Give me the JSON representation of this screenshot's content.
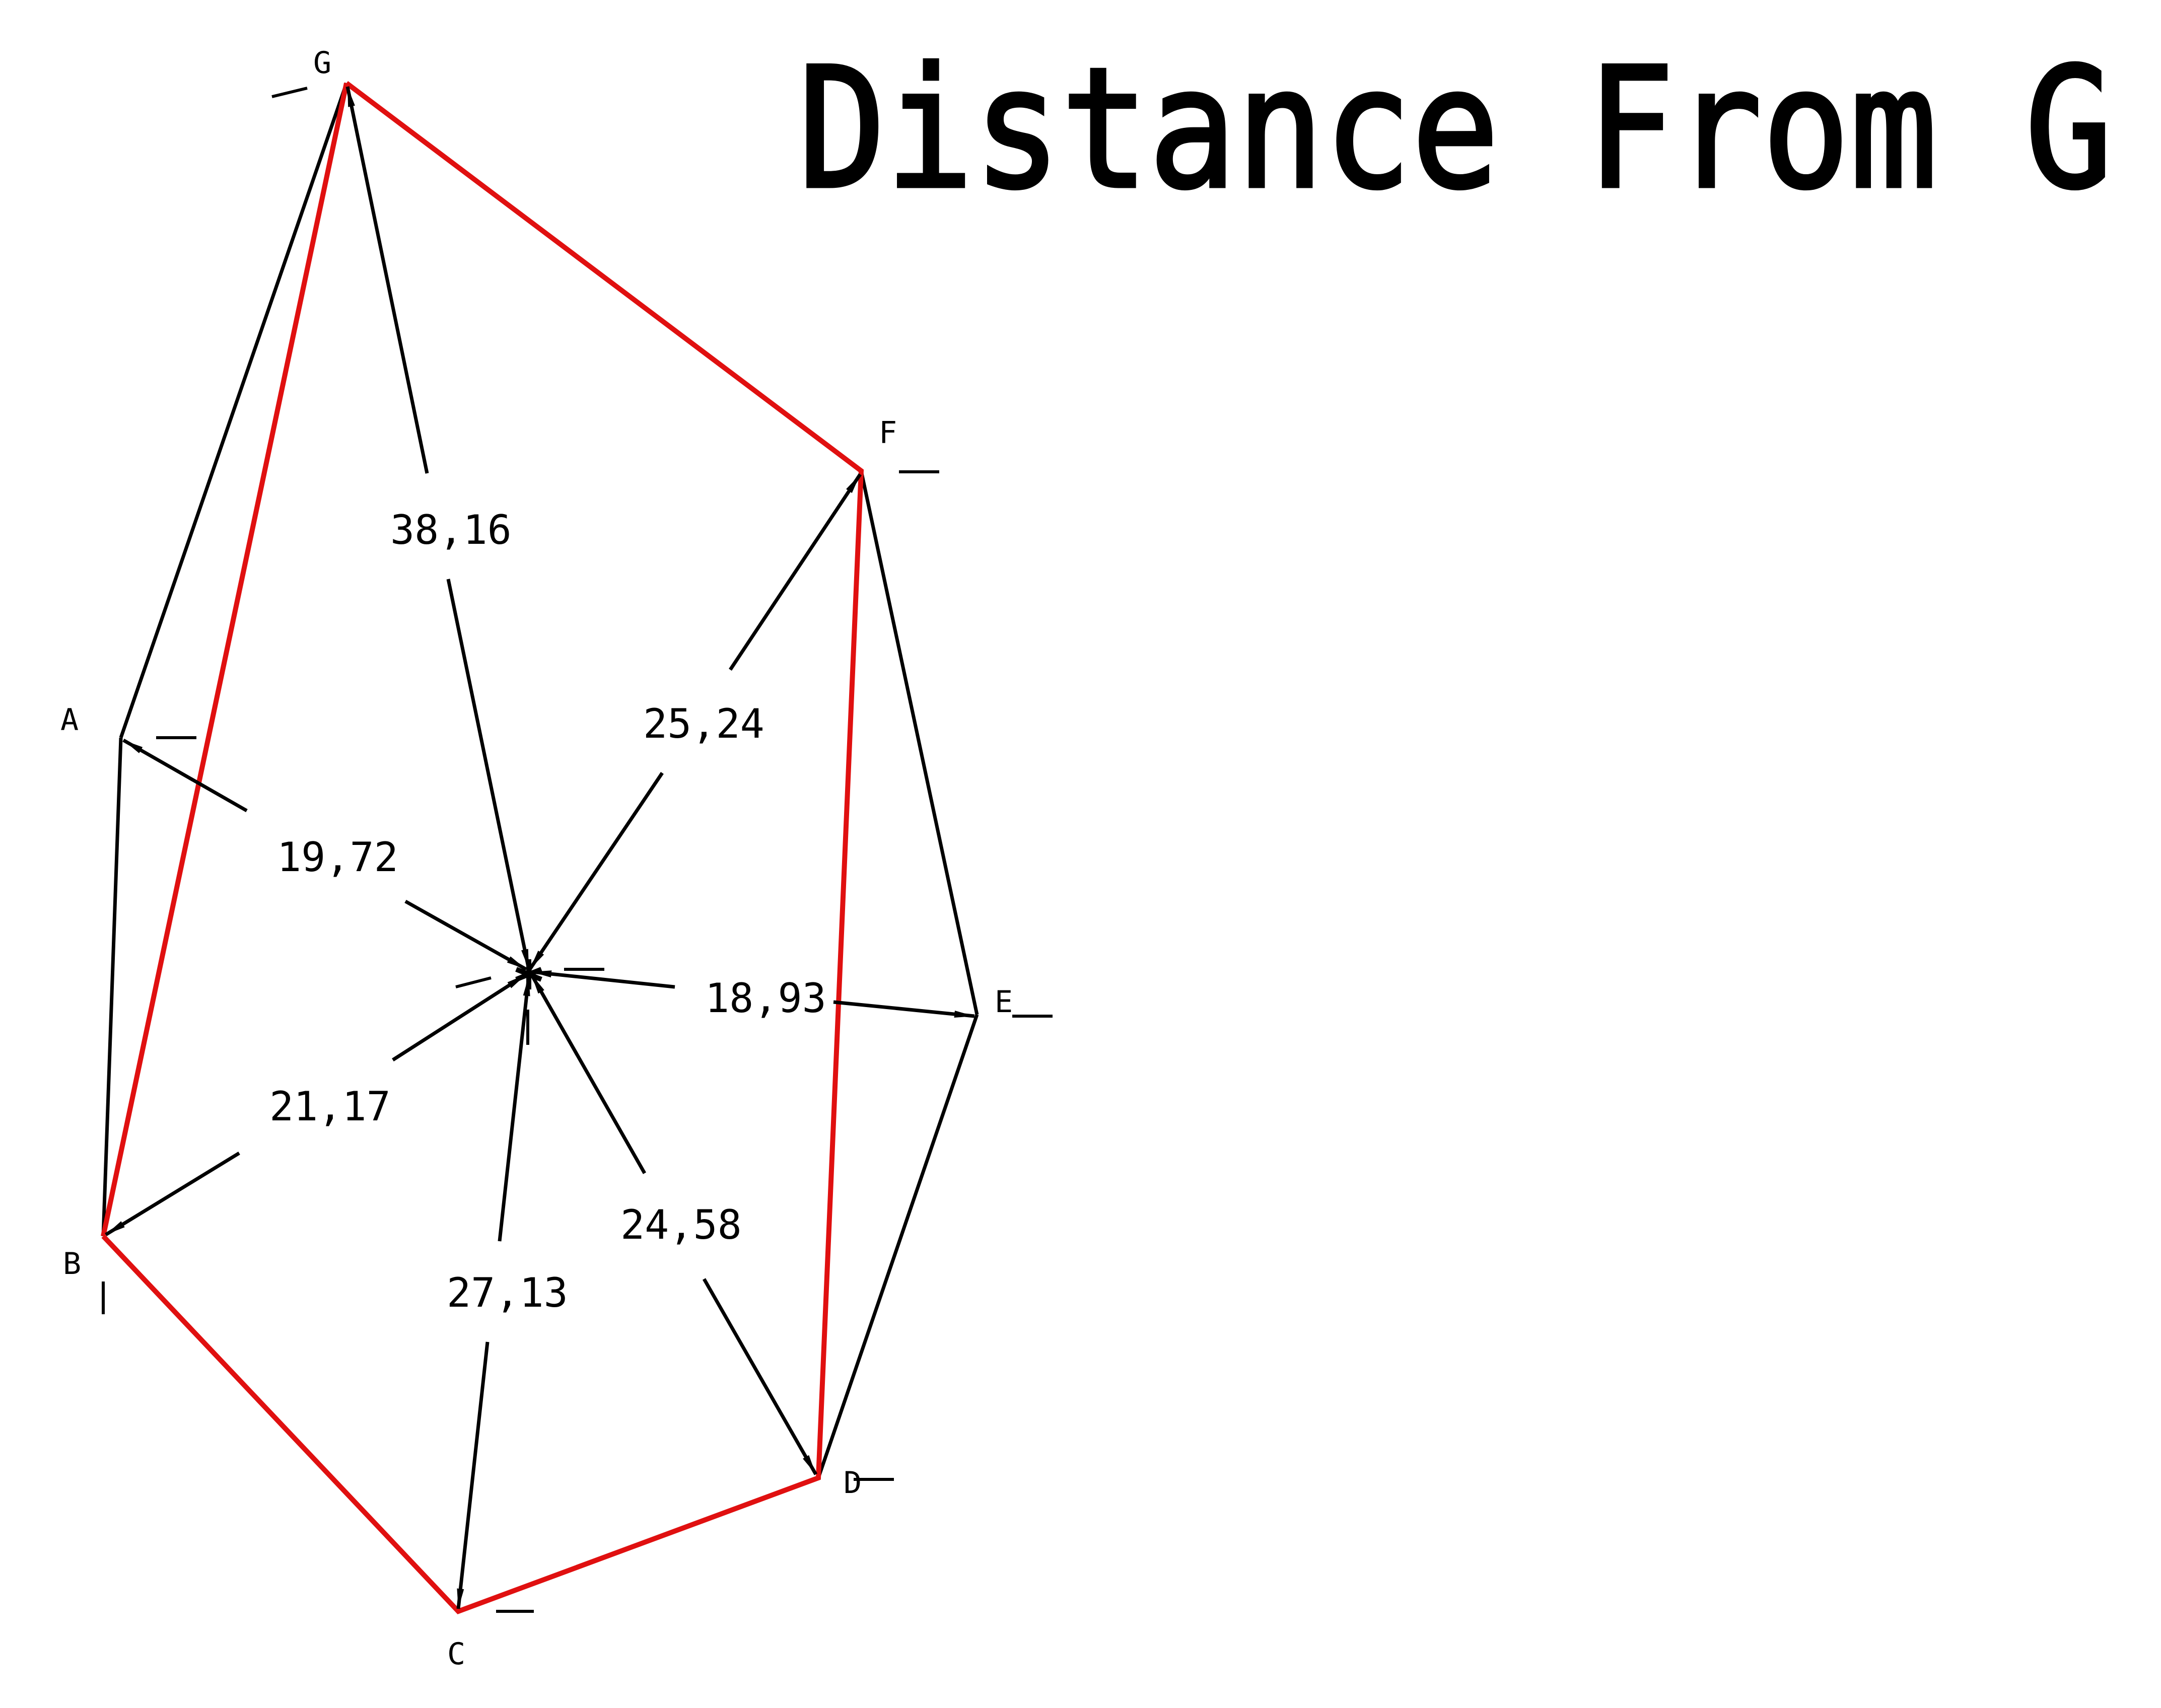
{
  "title": "Distance From G",
  "colors": {
    "outline": "#000000",
    "highlight": "#e01010",
    "background": "#ffffff"
  },
  "points": {
    "G": "G",
    "F": "F",
    "A": "A",
    "E": "E",
    "B": "B",
    "D": "D",
    "C": "C"
  },
  "distances": {
    "to_G": "38,16",
    "to_F": "25,24",
    "to_A": "19,72",
    "to_E": "18,93",
    "to_B": "21,17",
    "to_D": "24,58",
    "to_C": "27,13"
  }
}
